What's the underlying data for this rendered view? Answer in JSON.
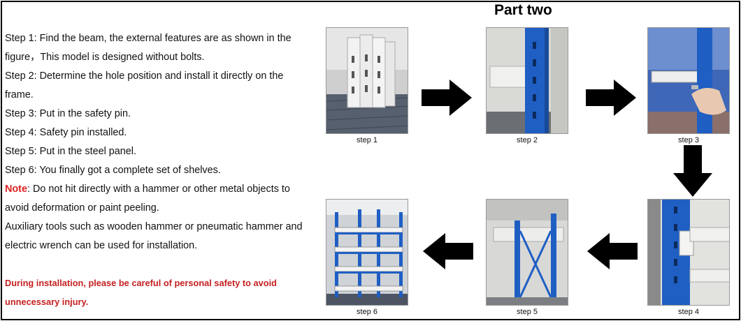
{
  "title": "Part two",
  "instructions": [
    "Step 1: Find the beam, the external features are as shown in the",
    "figure，This model is designed without bolts.",
    "Step 2: Determine the hole position and install it directly on the",
    "frame.",
    "Step 3: Put in the safety pin.",
    "Step 4: Safety pin installed.",
    "Step 5: Put in the steel panel.",
    "Step 6: You finally got a complete set of shelves."
  ],
  "note": {
    "label": "Note",
    "line1": ": Do not hit directly with a hammer or other metal objects to",
    "line2": "avoid deformation or paint peeling."
  },
  "auxiliary": [
    "Auxiliary tools such as wooden hammer or pneumatic hammer and",
    "electric wrench can be used for installation."
  ],
  "warning": [
    "During installation, please be careful of personal safety to avoid",
    "unnecessary injury."
  ],
  "steps": {
    "step1": "step 1",
    "step2": "step 2",
    "step3": "step 3",
    "step4": "step 4",
    "step5": "step 5",
    "step6": "step 6"
  },
  "colors": {
    "note_red": "#d22222",
    "warning_red": "#c62020",
    "rack_blue": "#1f5fc4",
    "arrow": "#000000"
  }
}
